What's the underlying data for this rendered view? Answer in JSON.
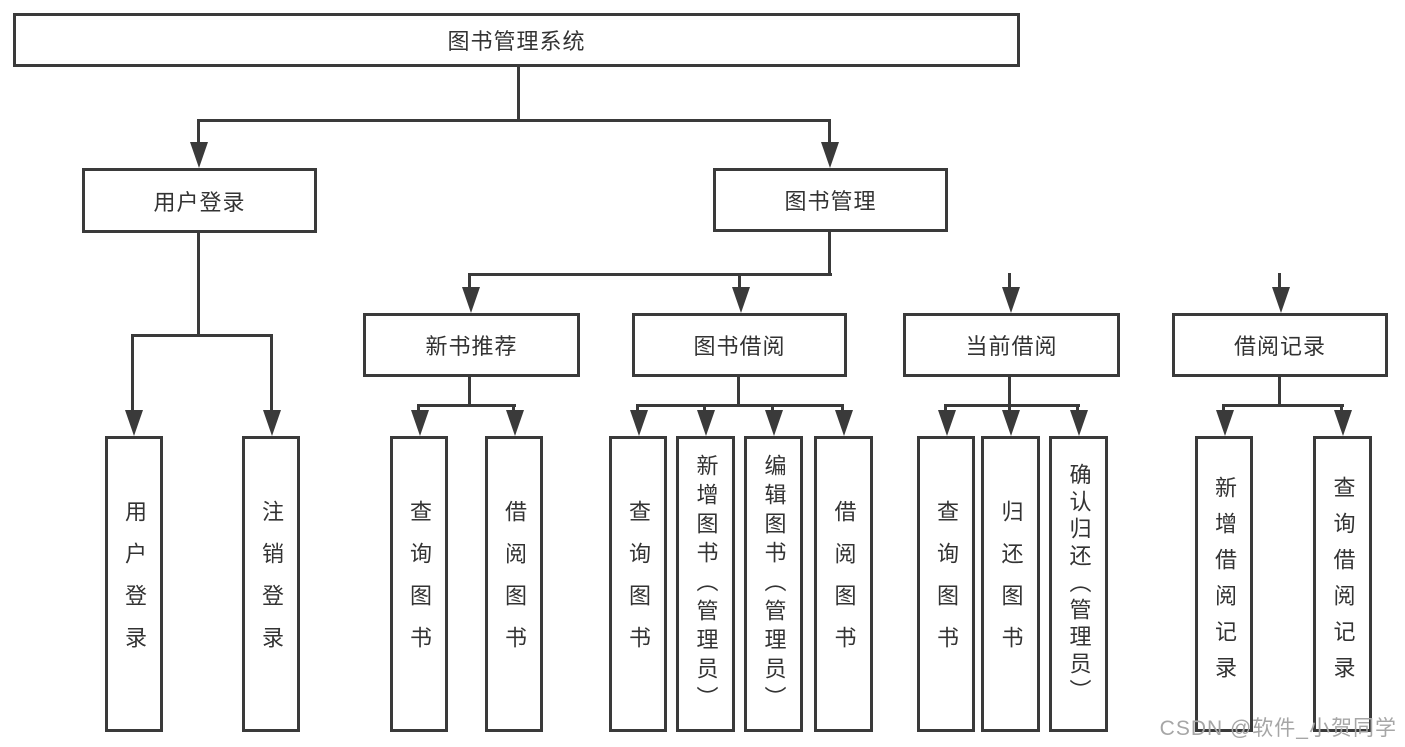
{
  "title": "图书管理系统",
  "diagram": {
    "root": {
      "label": "图书管理系统"
    },
    "level2": [
      {
        "label": "用户登录"
      },
      {
        "label": "图书管理"
      }
    ],
    "level3": [
      {
        "label": "新书推荐",
        "parent": "图书管理"
      },
      {
        "label": "图书借阅",
        "parent": "图书管理"
      },
      {
        "label": "当前借阅",
        "parent": "图书管理"
      },
      {
        "label": "借阅记录",
        "parent": "图书管理"
      }
    ],
    "leaves": [
      {
        "label": "用户登录",
        "parent": "用户登录"
      },
      {
        "label": "注销登录",
        "parent": "用户登录"
      },
      {
        "label": "查询图书",
        "parent": "新书推荐"
      },
      {
        "label": "借阅图书",
        "parent": "新书推荐"
      },
      {
        "label": "查询图书",
        "parent": "图书借阅"
      },
      {
        "label": "新增图书（管理员）",
        "parent": "图书借阅"
      },
      {
        "label": "编辑图书（管理员）",
        "parent": "图书借阅"
      },
      {
        "label": "借阅图书",
        "parent": "图书借阅"
      },
      {
        "label": "查询图书",
        "parent": "当前借阅"
      },
      {
        "label": "归还图书",
        "parent": "当前借阅"
      },
      {
        "label": "确认归还（管理员）",
        "parent": "当前借阅"
      },
      {
        "label": "新增借阅记录",
        "parent": "借阅记录"
      },
      {
        "label": "查询借阅记录",
        "parent": "借阅记录"
      }
    ]
  },
  "watermark": "CSDN @软件_小贺同学",
  "colors": {
    "line": "#3a3a3a",
    "text": "#333333",
    "watermark": "#a6a6a6",
    "background": "#ffffff"
  }
}
